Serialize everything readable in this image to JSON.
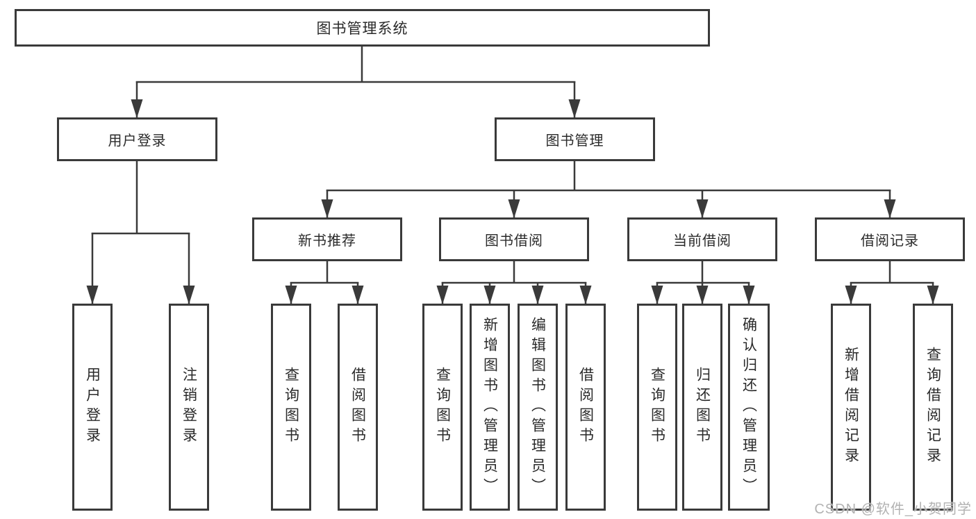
{
  "tree": {
    "root": {
      "label": "图书管理系统"
    },
    "branches": [
      {
        "label": "用户登录",
        "leaves": [
          {
            "label": "用户登录"
          },
          {
            "label": "注销登录"
          }
        ]
      },
      {
        "label": "图书管理",
        "groups": [
          {
            "label": "新书推荐",
            "leaves": [
              {
                "label": "查询图书"
              },
              {
                "label": "借阅图书"
              }
            ]
          },
          {
            "label": "图书借阅",
            "leaves": [
              {
                "label": "查询图书"
              },
              {
                "label": "新增图书（管理员）"
              },
              {
                "label": "编辑图书（管理员）"
              },
              {
                "label": "借阅图书"
              }
            ]
          },
          {
            "label": "当前借阅",
            "leaves": [
              {
                "label": "查询图书"
              },
              {
                "label": "归还图书"
              },
              {
                "label": "确认归还（管理员）"
              }
            ]
          },
          {
            "label": "借阅记录",
            "leaves": [
              {
                "label": "新增借阅记录"
              },
              {
                "label": "查询借阅记录"
              }
            ]
          }
        ]
      }
    ]
  },
  "watermark": {
    "text": "CSDN @软件_小贺同学"
  },
  "colors": {
    "line": "#3a3a3a",
    "box_border": "#3a3a3a",
    "box_background": "#ffffff",
    "text": "#2a2a2a",
    "watermark_text": "#b2b2b2",
    "page_background": "#ffffff"
  }
}
